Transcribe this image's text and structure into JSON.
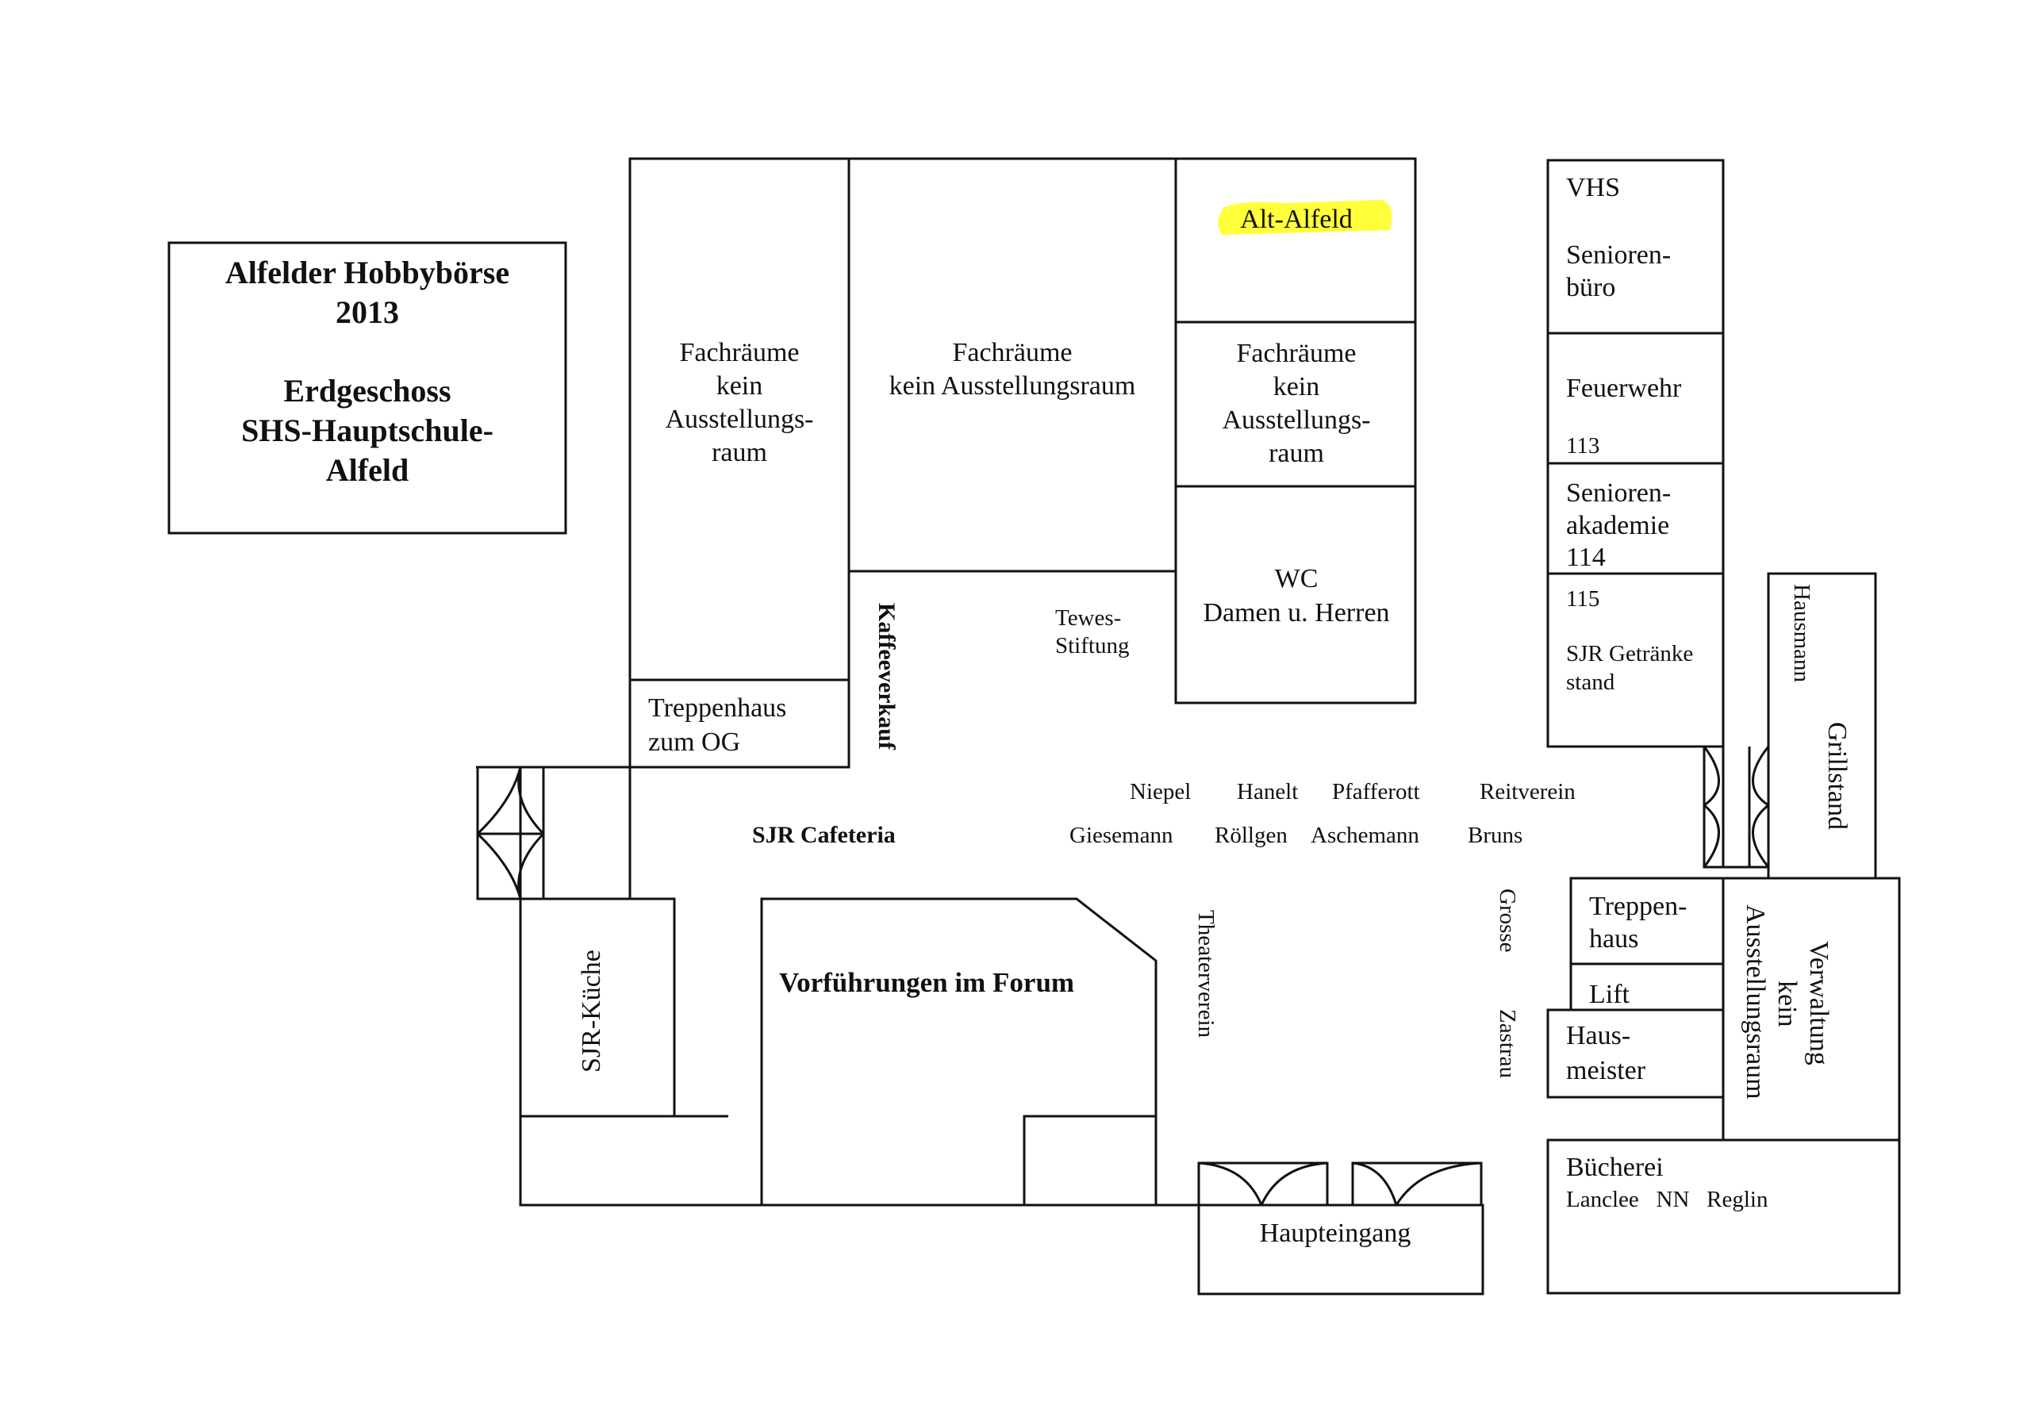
{
  "title_box": {
    "lines": [
      "Alfelder Hobbybörse",
      "2013",
      "Erdgeschoss",
      "SHS-Hauptschule-",
      "Alfeld"
    ]
  },
  "rooms": {
    "fachraeume_left": [
      "Fachräume",
      "kein",
      "Ausstellungs-",
      "raum"
    ],
    "fachraeume_center": [
      "Fachräume",
      "kein Ausstellungsraum"
    ],
    "alt_alfeld": "Alt-Alfeld",
    "fachraeume_right": [
      "Fachräume",
      "kein",
      "Ausstellungs-",
      "raum"
    ],
    "wc": [
      "WC",
      "Damen u. Herren"
    ],
    "treppenhaus_og": [
      "Treppenhaus",
      "zum OG"
    ],
    "vhs": "VHS",
    "seniorenbuero": [
      "Senioren-",
      "büro"
    ],
    "feuerwehr": "Feuerwehr",
    "room_113": "113",
    "seniorenakademie": [
      "Senioren-",
      "akademie",
      "114"
    ],
    "room_115": "115",
    "sjr_getraenke": [
      "SJR Getränke",
      "stand"
    ],
    "hausmann": "Hausmann",
    "grillstand": "Grillstand",
    "treppenhaus": [
      "Treppen-",
      "haus"
    ],
    "lift": "Lift",
    "hausmeister": [
      "Haus-",
      "meister"
    ],
    "verwaltung": [
      "Verwaltung",
      "kein",
      "Ausstellungsraum"
    ],
    "buecherei": "Bücherei",
    "buecherei_names": "Lanclee   NN   Reglin",
    "haupteingang": "Haupteingang",
    "sjr_kueche": "SJR-Küche",
    "forum": "Vorführungen im Forum"
  },
  "hall_labels": {
    "kaffeeverkauf": "Kaffeeverkauf",
    "tewes": [
      "Tewes-",
      "Stiftung"
    ],
    "sjr_cafeteria": "SJR Cafeteria",
    "niepel": "Niepel",
    "hanelt": "Hanelt",
    "pfafferott": "Pfafferott",
    "reitverein": "Reitverein",
    "giesemann": "Giesemann",
    "roellgen": "Röllgen",
    "aschemann": "Aschemann",
    "bruns": "Bruns",
    "theaterverein": "Theaterverein",
    "grosse": "Grosse",
    "zastrau": "Zastrau"
  },
  "colors": {
    "highlight": "#ffff3a",
    "lines": "#111111"
  }
}
